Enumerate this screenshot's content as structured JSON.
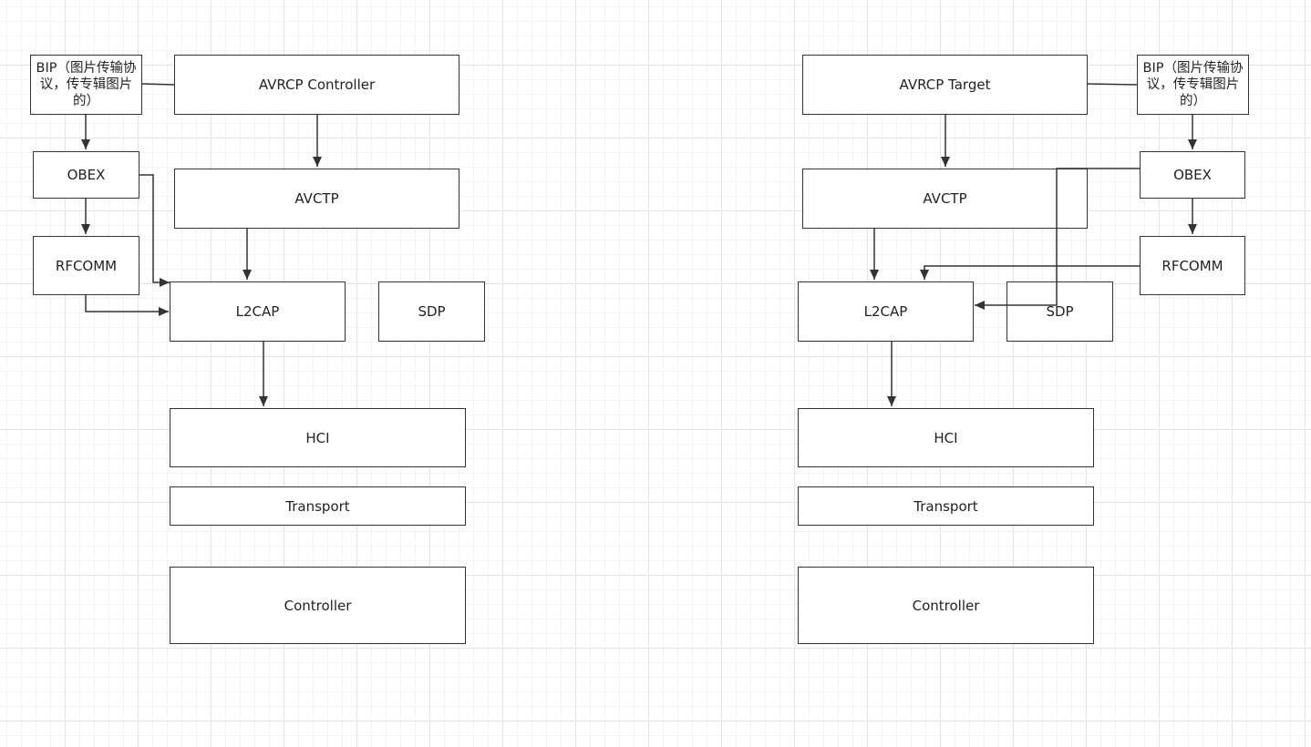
{
  "left_stack": {
    "bip": "BIP（图片传输协议，传专辑图片的）",
    "avrcp": "AVRCP Controller",
    "obex": "OBEX",
    "avctp": "AVCTP",
    "rfcomm": "RFCOMM",
    "l2cap": "L2CAP",
    "sdp": "SDP",
    "hci": "HCI",
    "transport": "Transport",
    "controller": "Controller"
  },
  "right_stack": {
    "avrcp": "AVRCP Target",
    "bip": "BIP（图片传输协议，传专辑图片的）",
    "avctp": "AVCTP",
    "obex": "OBEX",
    "rfcomm": "RFCOMM",
    "l2cap": "L2CAP",
    "sdp": "SDP",
    "hci": "HCI",
    "transport": "Transport",
    "controller": "Controller"
  },
  "colors": {
    "stroke": "#333333",
    "grid_major": "#e3e3e3",
    "grid_minor": "#f3f3f3",
    "box_fill": "#ffffff"
  }
}
